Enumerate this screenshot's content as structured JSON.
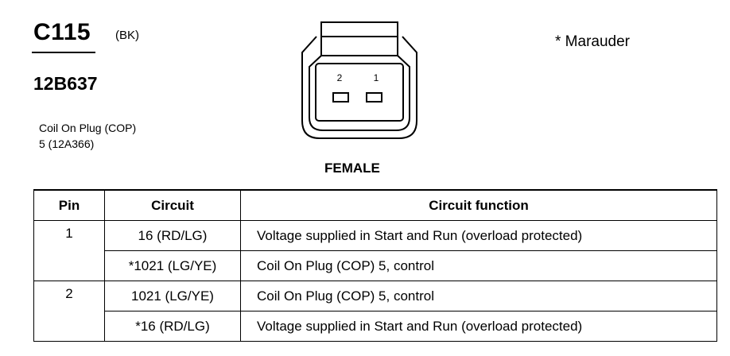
{
  "header": {
    "connector_id": "C115",
    "connector_color": "(BK)",
    "part_number": "12B637",
    "component_name": "Coil On Plug (COP)",
    "component_ref": "5 (12A366)",
    "footnote": "* Marauder"
  },
  "connector": {
    "view": "FEMALE",
    "pins": [
      "2",
      "1"
    ]
  },
  "table": {
    "headers": {
      "pin": "Pin",
      "circuit": "Circuit",
      "function": "Circuit function"
    },
    "rows": [
      {
        "pin": "1",
        "circuit": "16 (RD/LG)",
        "function": "Voltage supplied in Start and Run (overload protected)"
      },
      {
        "pin": "",
        "circuit": "*1021 (LG/YE)",
        "function": "Coil On Plug (COP) 5, control"
      },
      {
        "pin": "2",
        "circuit": "1021 (LG/YE)",
        "function": "Coil On Plug (COP) 5, control"
      },
      {
        "pin": "",
        "circuit": "*16 (RD/LG)",
        "function": "Voltage supplied in Start and Run (overload protected)"
      }
    ]
  }
}
